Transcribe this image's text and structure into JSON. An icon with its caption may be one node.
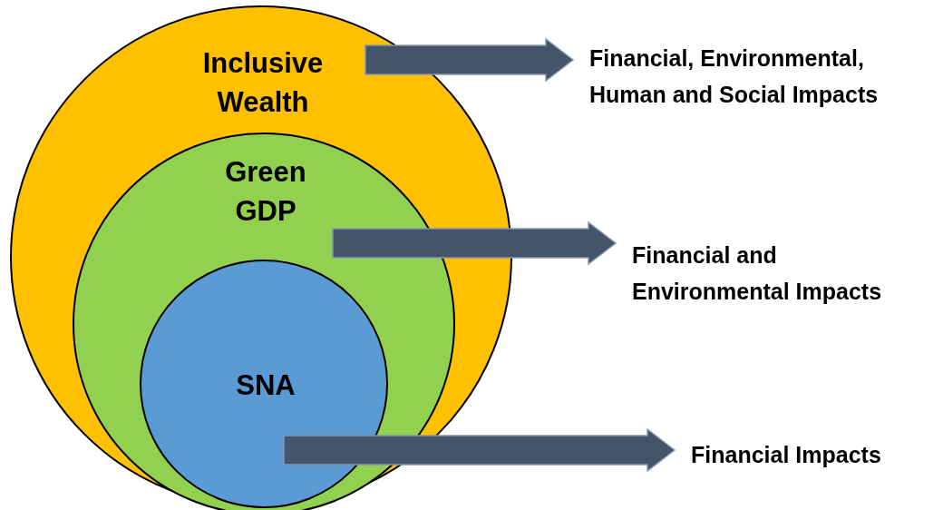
{
  "diagram": {
    "nodes": [
      {
        "text": [
          "Inclusive Wealth"
        ]
      },
      {
        "text": [
          "Green GDP"
        ],
        "in": 0
      },
      {
        "text": [
          "SNA"
        ],
        "in": 1
      },
      {
        "text": [
          "Financial, Environmental, Human and Social Impacts"
        ]
      },
      {
        "text": [
          "Financial and Environmental Impacts"
        ]
      },
      {
        "text": [
          "Financial Impacts"
        ]
      }
    ],
    "edges": [
      {
        "from": 0,
        "to": 3,
        "arrow": "to"
      },
      {
        "from": 1,
        "to": 4,
        "arrow": "to"
      },
      {
        "from": 2,
        "to": 5,
        "arrow": "to"
      }
    ]
  }
}
